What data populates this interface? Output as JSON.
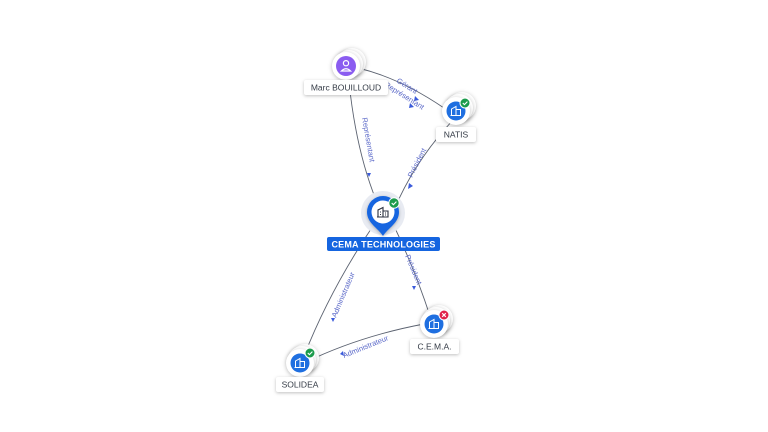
{
  "colors": {
    "company": "#1f6fe0",
    "person": "#8a5cf0",
    "active": "#1c9b4c",
    "closed": "#e0224a",
    "main": "#1565e0",
    "edge_label": "#5a68c8"
  },
  "nodes": {
    "marc": {
      "label": "Marc BOUILLOUD",
      "kind": "person",
      "icon": "person-icon"
    },
    "natis": {
      "label": "NATIS",
      "kind": "company",
      "icon": "building-icon",
      "status": "active"
    },
    "cema_tech": {
      "label": "CEMA TECHNOLOGIES",
      "kind": "company",
      "icon": "building-icon",
      "status": "active",
      "main": true
    },
    "cema": {
      "label": "C.E.M.A.",
      "kind": "company",
      "icon": "building-icon",
      "status": "closed"
    },
    "solidea": {
      "label": "SOLIDEA",
      "kind": "company",
      "icon": "building-icon",
      "status": "active"
    }
  },
  "edges": {
    "marc_natis_1": {
      "label": "Gérant"
    },
    "marc_natis_2": {
      "label": "Représentant"
    },
    "marc_cematech": {
      "label": "Représentant"
    },
    "natis_cematech": {
      "label": "Président"
    },
    "cematech_solidea": {
      "label": "Administrateur"
    },
    "cematech_cema": {
      "label": "Président"
    },
    "cema_solidea": {
      "label": "Administrateur"
    }
  }
}
